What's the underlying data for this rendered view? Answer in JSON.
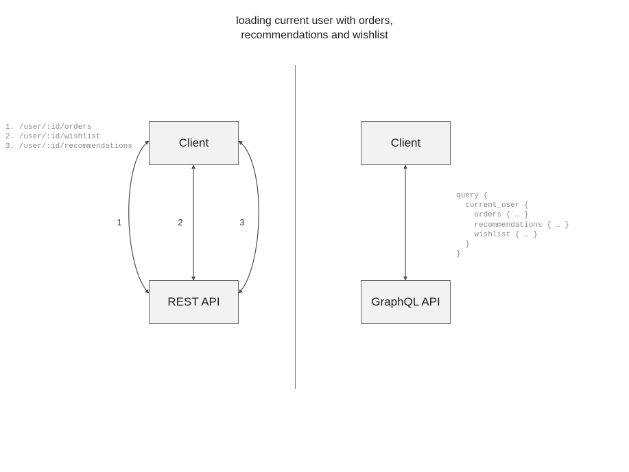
{
  "title": "loading current user with orders,\nrecommendations and wishlist",
  "divider": {
    "name": "panel-divider"
  },
  "left_panel": {
    "name": "rest-panel",
    "client_node": "Client",
    "api_node": "REST API",
    "endpoint_list": "1. /user/:id/orders\n2. /user/:id/wishlist\n3. /user/:id/recommendations",
    "edges": [
      {
        "label": "1",
        "style": "curved-left",
        "direction": "bidirectional"
      },
      {
        "label": "2",
        "style": "straight",
        "direction": "bidirectional"
      },
      {
        "label": "3",
        "style": "curved-right",
        "direction": "bidirectional"
      }
    ]
  },
  "right_panel": {
    "name": "graphql-panel",
    "client_node": "Client",
    "api_node": "GraphQL API",
    "query": "query {\n  current_user {\n    orders { … }\n    recommendations { … }\n    wishlist { … }\n  }\n}",
    "edges": [
      {
        "label": "",
        "style": "straight",
        "direction": "bidirectional"
      }
    ]
  },
  "colors": {
    "box_fill": "#f2f2f2",
    "box_border": "#666666",
    "connector": "#4d4d4d",
    "divider": "#777777",
    "mono_text": "#8a8a8a",
    "title_text": "#1d1d1d",
    "background": "#ffffff"
  }
}
